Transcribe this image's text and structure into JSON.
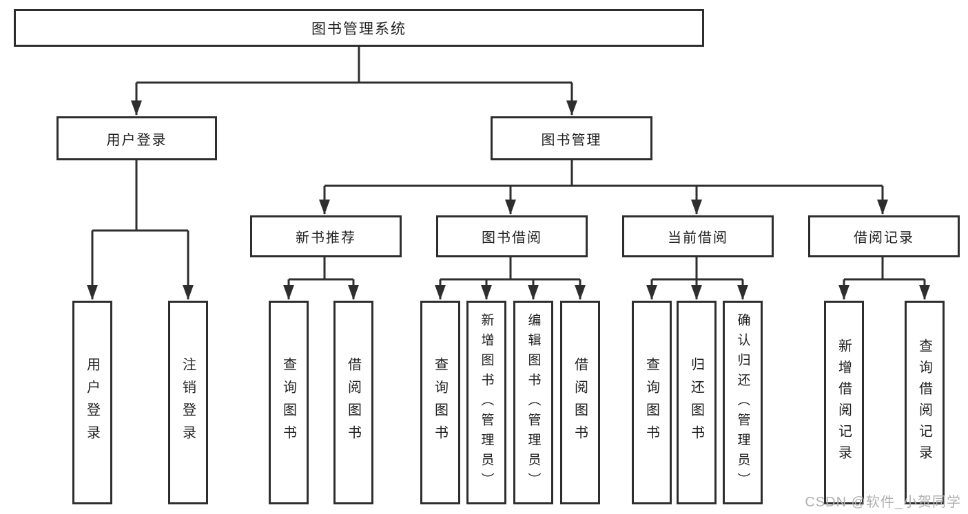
{
  "diagram": {
    "title_node": {
      "label": "图书管理系统"
    },
    "level2": [
      {
        "label": "用户登录"
      },
      {
        "label": "图书管理"
      }
    ],
    "level3": [
      {
        "label": "新书推荐",
        "parent": "图书管理"
      },
      {
        "label": "图书借阅",
        "parent": "图书管理"
      },
      {
        "label": "当前借阅",
        "parent": "图书管理"
      },
      {
        "label": "借阅记录",
        "parent": "图书管理"
      }
    ],
    "leaves": [
      {
        "label": "用户登录",
        "parent": "用户登录"
      },
      {
        "label": "注销登录",
        "parent": "用户登录"
      },
      {
        "label": "查询图书",
        "parent": "新书推荐"
      },
      {
        "label": "借阅图书",
        "parent": "新书推荐"
      },
      {
        "label": "查询图书",
        "parent": "图书借阅"
      },
      {
        "label": "新增图书（管理员）",
        "parent": "图书借阅"
      },
      {
        "label": "编辑图书（管理员）",
        "parent": "图书借阅"
      },
      {
        "label": "借阅图书",
        "parent": "图书借阅"
      },
      {
        "label": "查询图书",
        "parent": "当前借阅"
      },
      {
        "label": "归还图书",
        "parent": "当前借阅"
      },
      {
        "label": "确认归还（管理员）",
        "parent": "当前借阅"
      },
      {
        "label": "新增借阅记录",
        "parent": "借阅记录"
      },
      {
        "label": "查询借阅记录",
        "parent": "借阅记录"
      }
    ]
  },
  "watermark": {
    "text": "CSDN @软件_小贺同学"
  },
  "colors": {
    "line": "#2e2e2e",
    "box_border": "#2e2e2e",
    "box_fill": "#ffffff",
    "text": "#1f1f1f",
    "watermark": "#b0b0b0",
    "background": "#ffffff"
  }
}
